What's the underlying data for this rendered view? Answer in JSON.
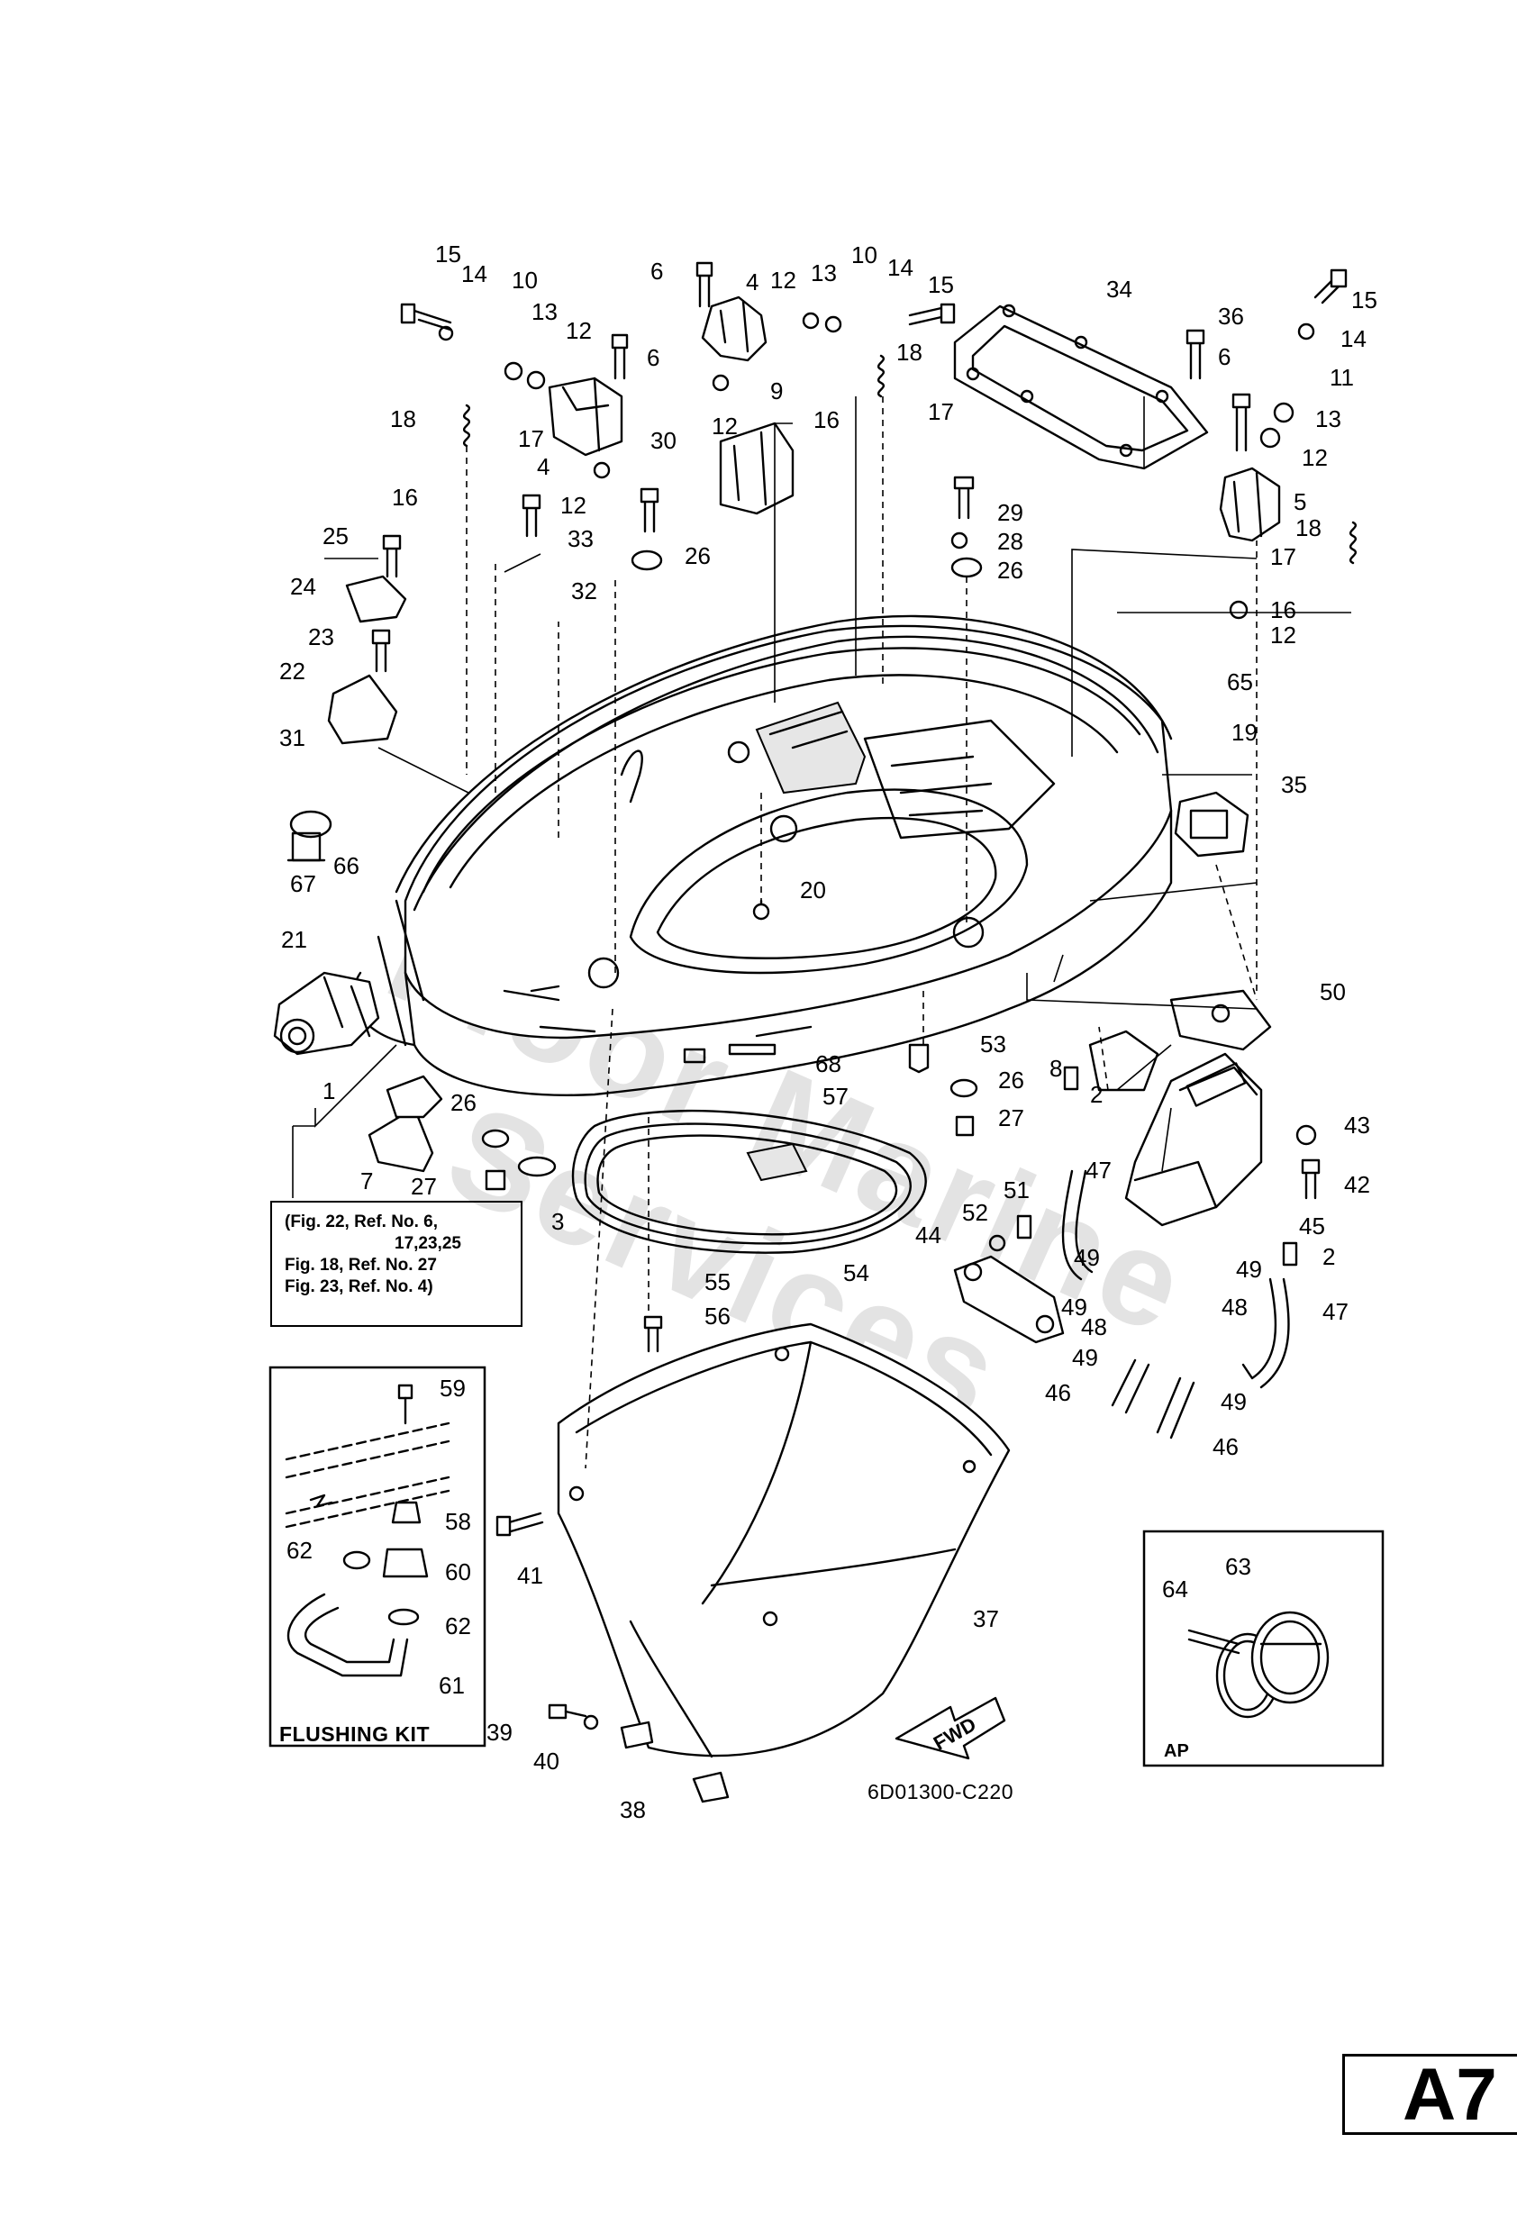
{
  "diagram": {
    "code": "6D01300-C220",
    "page_tab": "A7",
    "watermark": "Floor Marine Services",
    "fwd_arrow": "FWD",
    "reference_note": [
      "(Fig. 22, Ref. No. 6,",
      "17,23,25",
      "Fig. 18, Ref. No. 27",
      "Fig. 23, Ref. No. 4)"
    ],
    "flushing_kit_label": "FLUSHING KIT",
    "ap_label": "AP"
  },
  "callouts": [
    {
      "id": "c15a",
      "text": "15"
    },
    {
      "id": "c14a",
      "text": "14"
    },
    {
      "id": "c10a",
      "text": "10"
    },
    {
      "id": "c13a",
      "text": "13"
    },
    {
      "id": "c12a",
      "text": "12"
    },
    {
      "id": "c6a",
      "text": "6"
    },
    {
      "id": "c18a",
      "text": "18"
    },
    {
      "id": "c17a",
      "text": "17"
    },
    {
      "id": "c4a",
      "text": "4"
    },
    {
      "id": "c12b",
      "text": "12"
    },
    {
      "id": "c16a",
      "text": "16"
    },
    {
      "id": "c30",
      "text": "30"
    },
    {
      "id": "c33",
      "text": "33"
    },
    {
      "id": "c25",
      "text": "25"
    },
    {
      "id": "c24",
      "text": "24"
    },
    {
      "id": "c32",
      "text": "32"
    },
    {
      "id": "c23",
      "text": "23"
    },
    {
      "id": "c26a",
      "text": "26"
    },
    {
      "id": "c22",
      "text": "22"
    },
    {
      "id": "c31",
      "text": "31"
    },
    {
      "id": "c66",
      "text": "66"
    },
    {
      "id": "c67",
      "text": "67"
    },
    {
      "id": "c21",
      "text": "21"
    },
    {
      "id": "c1",
      "text": "1"
    },
    {
      "id": "c26b",
      "text": "26"
    },
    {
      "id": "c7",
      "text": "7"
    },
    {
      "id": "c27a",
      "text": "27"
    },
    {
      "id": "c3",
      "text": "3"
    },
    {
      "id": "c6b",
      "text": "6"
    },
    {
      "id": "c4b",
      "text": "4"
    },
    {
      "id": "c12c",
      "text": "12"
    },
    {
      "id": "c13b",
      "text": "13"
    },
    {
      "id": "c10b",
      "text": "10"
    },
    {
      "id": "c14b",
      "text": "14"
    },
    {
      "id": "c15b",
      "text": "15"
    },
    {
      "id": "c18b",
      "text": "18"
    },
    {
      "id": "c9",
      "text": "9"
    },
    {
      "id": "c12d",
      "text": "12"
    },
    {
      "id": "c16b",
      "text": "16"
    },
    {
      "id": "c17b",
      "text": "17"
    },
    {
      "id": "c34",
      "text": "34"
    },
    {
      "id": "c36",
      "text": "36"
    },
    {
      "id": "c15c",
      "text": "15"
    },
    {
      "id": "c14c",
      "text": "14"
    },
    {
      "id": "c11",
      "text": "11"
    },
    {
      "id": "c6c",
      "text": "6"
    },
    {
      "id": "c13c",
      "text": "13"
    },
    {
      "id": "c12e",
      "text": "12"
    },
    {
      "id": "c5",
      "text": "5"
    },
    {
      "id": "c29",
      "text": "29"
    },
    {
      "id": "c28",
      "text": "28"
    },
    {
      "id": "c26c",
      "text": "26"
    },
    {
      "id": "c18c",
      "text": "18"
    },
    {
      "id": "c17c",
      "text": "17"
    },
    {
      "id": "c16c",
      "text": "16"
    },
    {
      "id": "c12f",
      "text": "12"
    },
    {
      "id": "c65",
      "text": "65"
    },
    {
      "id": "c19",
      "text": "19"
    },
    {
      "id": "c35",
      "text": "35"
    },
    {
      "id": "c20",
      "text": "20"
    },
    {
      "id": "c50",
      "text": "50"
    },
    {
      "id": "c53",
      "text": "53"
    },
    {
      "id": "c8",
      "text": "8"
    },
    {
      "id": "c26d",
      "text": "26"
    },
    {
      "id": "c68",
      "text": "68"
    },
    {
      "id": "c57",
      "text": "57"
    },
    {
      "id": "c27b",
      "text": "27"
    },
    {
      "id": "c2a",
      "text": "2"
    },
    {
      "id": "c43",
      "text": "43"
    },
    {
      "id": "c42",
      "text": "42"
    },
    {
      "id": "c47a",
      "text": "47"
    },
    {
      "id": "c51",
      "text": "51"
    },
    {
      "id": "c52",
      "text": "52"
    },
    {
      "id": "c45",
      "text": "45"
    },
    {
      "id": "c44",
      "text": "44"
    },
    {
      "id": "c54",
      "text": "54"
    },
    {
      "id": "c2b",
      "text": "2"
    },
    {
      "id": "c49a",
      "text": "49"
    },
    {
      "id": "c49b",
      "text": "49"
    },
    {
      "id": "c49c",
      "text": "49"
    },
    {
      "id": "c48a",
      "text": "48"
    },
    {
      "id": "c48b",
      "text": "48"
    },
    {
      "id": "c47b",
      "text": "47"
    },
    {
      "id": "c49d",
      "text": "49"
    },
    {
      "id": "c49e",
      "text": "49"
    },
    {
      "id": "c46a",
      "text": "46"
    },
    {
      "id": "c46b",
      "text": "46"
    },
    {
      "id": "c55",
      "text": "55"
    },
    {
      "id": "c56",
      "text": "56"
    },
    {
      "id": "c59",
      "text": "59"
    },
    {
      "id": "c58",
      "text": "58"
    },
    {
      "id": "c62a",
      "text": "62"
    },
    {
      "id": "c60",
      "text": "60"
    },
    {
      "id": "c62b",
      "text": "62"
    },
    {
      "id": "c61",
      "text": "61"
    },
    {
      "id": "c41",
      "text": "41"
    },
    {
      "id": "c37",
      "text": "37"
    },
    {
      "id": "c64",
      "text": "64"
    },
    {
      "id": "c63",
      "text": "63"
    },
    {
      "id": "c39",
      "text": "39"
    },
    {
      "id": "c40",
      "text": "40"
    },
    {
      "id": "c38",
      "text": "38"
    }
  ]
}
